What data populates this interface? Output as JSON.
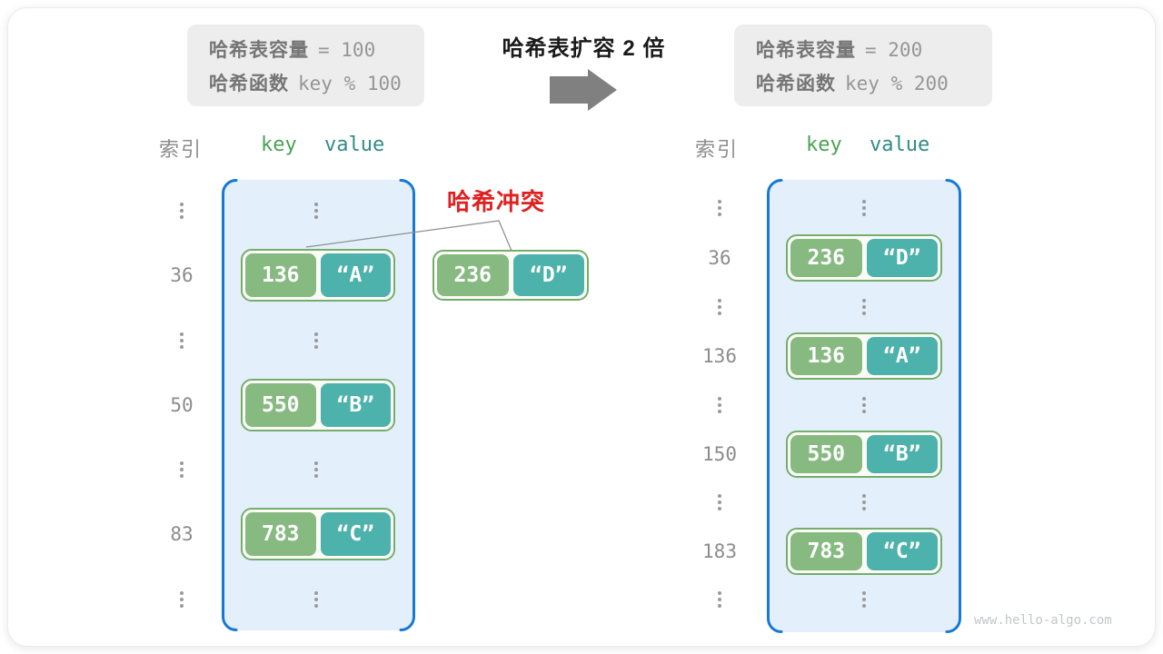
{
  "title": "哈希表扩容 2 倍",
  "info_boxes": {
    "before": {
      "capacity_label": "哈希表容量",
      "capacity_value": "= 100",
      "hash_label": "哈希函数",
      "hash_value": "key % 100"
    },
    "after": {
      "capacity_label": "哈希表容量",
      "capacity_value": "= 200",
      "hash_label": "哈希函数",
      "hash_value": "key % 200"
    }
  },
  "collision": {
    "label": "哈希冲突",
    "pair": {
      "key": "236",
      "value": "“D”"
    }
  },
  "tables": {
    "before": {
      "index_header": "索引",
      "key_header": "key",
      "value_header": "value",
      "entries": [
        {
          "index": "36",
          "key": "136",
          "value": "“A”"
        },
        {
          "index": "50",
          "key": "550",
          "value": "“B”"
        },
        {
          "index": "83",
          "key": "783",
          "value": "“C”"
        }
      ]
    },
    "after": {
      "index_header": "索引",
      "key_header": "key",
      "value_header": "value",
      "entries": [
        {
          "index": "36",
          "key": "236",
          "value": "“D”"
        },
        {
          "index": "136",
          "key": "136",
          "value": "“A”"
        },
        {
          "index": "150",
          "key": "550",
          "value": "“B”"
        },
        {
          "index": "183",
          "key": "783",
          "value": "“C”"
        }
      ]
    }
  },
  "watermark": "www.hello-algo.com",
  "colors": {
    "bucket_fill": "#e3f0fb",
    "bucket_border": "#1779d2",
    "pair_border": "#74ad6c",
    "key_fill": "#87ba81",
    "value_fill": "#4db2ab",
    "collision_red": "#e02020",
    "key_header_green": "#4aa254",
    "value_header_teal": "#2f8c86",
    "arrow_gray": "#808080"
  }
}
